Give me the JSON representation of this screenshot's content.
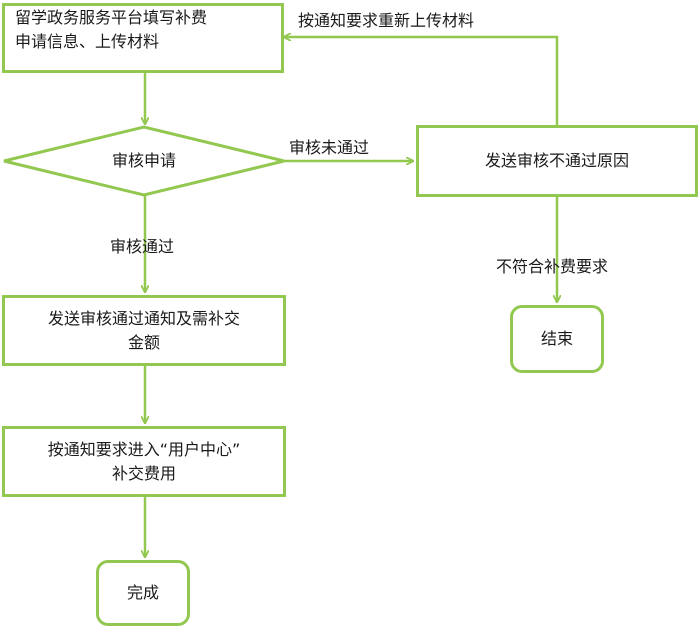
{
  "colors": {
    "stroke": "#92c750",
    "text": "#1a1a1a",
    "background": "#ffffff"
  },
  "nodes": {
    "fill_info": {
      "line1": "留学政务服务平台填写补费",
      "line2": "申请信息、上传材料"
    },
    "review_decision": {
      "label": "审核申请"
    },
    "send_reject_reason": {
      "label": "发送审核不通过原因"
    },
    "send_pass_notice": {
      "line1": "发送审核通过通知及需补交",
      "line2": "金额"
    },
    "pay_in_user_center": {
      "line1": "按通知要求进入“用户中心”",
      "line2": "补交费用"
    },
    "end": {
      "label": "结束"
    },
    "complete": {
      "label": "完成"
    }
  },
  "edges": {
    "reupload": "按通知要求重新上传材料",
    "rejected": "审核未通过",
    "approved": "审核通过",
    "not_meet": "不符合补费要求"
  }
}
